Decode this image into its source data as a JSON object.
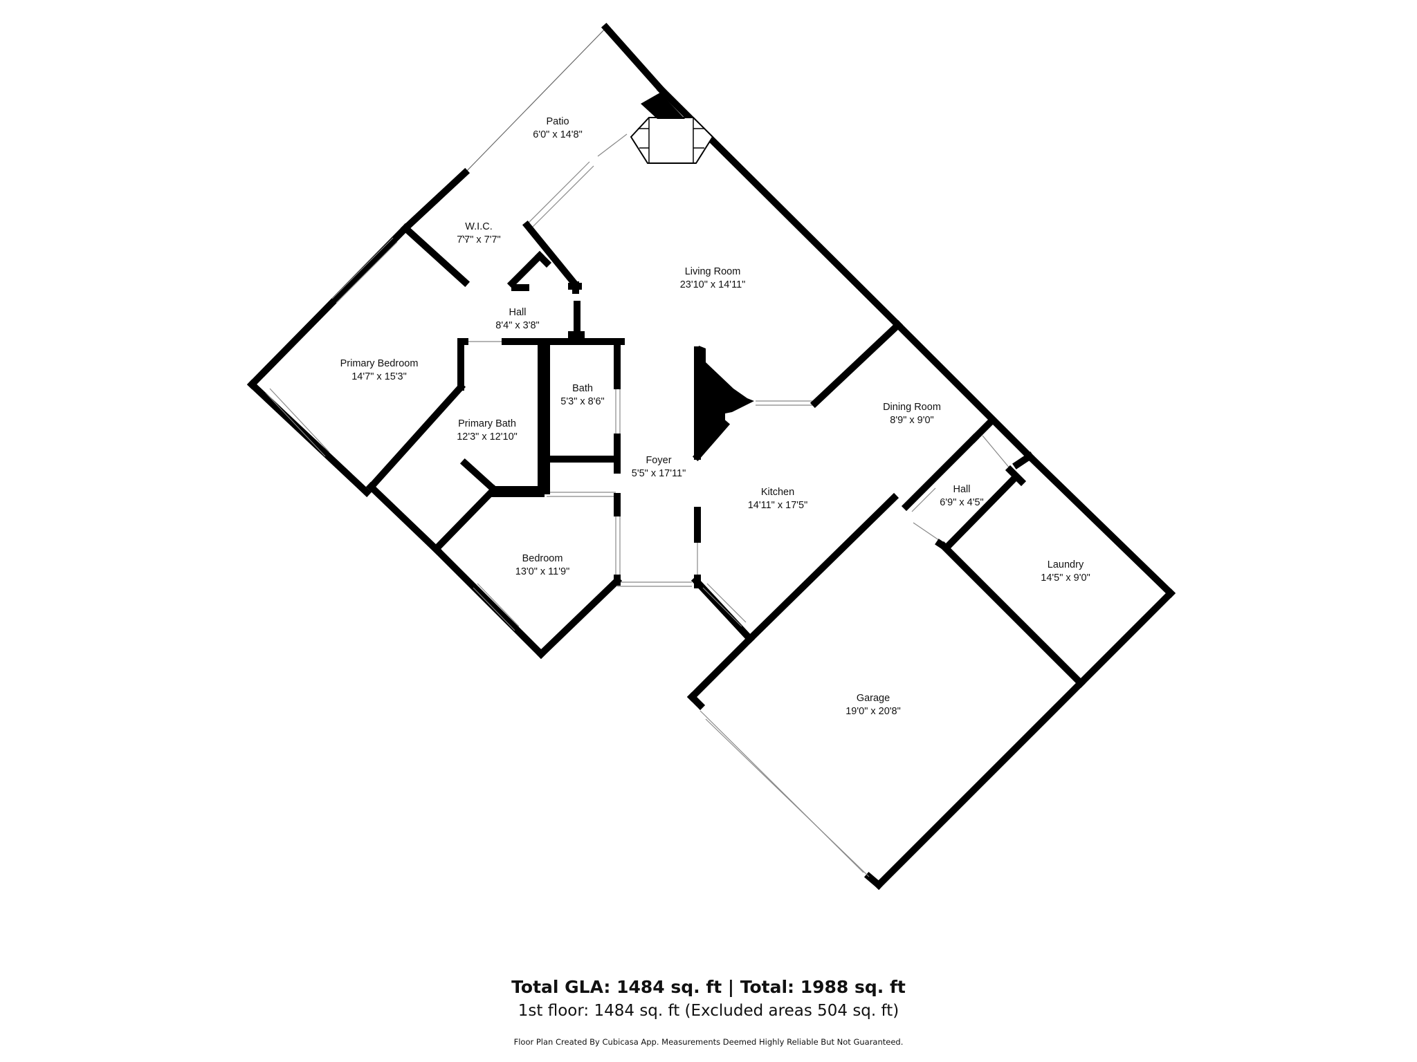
{
  "floor_plan": {
    "rooms": [
      {
        "id": "patio",
        "name": "Patio",
        "size": "6'0\" x 14'8\""
      },
      {
        "id": "wic",
        "name": "W.I.C.",
        "size": "7'7\" x 7'7\""
      },
      {
        "id": "living-room",
        "name": "Living Room",
        "size": "23'10\" x 14'11\""
      },
      {
        "id": "hall-1",
        "name": "Hall",
        "size": "8'4\" x 3'8\""
      },
      {
        "id": "primary-bedroom",
        "name": "Primary Bedroom",
        "size": "14'7\" x 15'3\""
      },
      {
        "id": "bath",
        "name": "Bath",
        "size": "5'3\" x 8'6\""
      },
      {
        "id": "primary-bath",
        "name": "Primary Bath",
        "size": "12'3\" x 12'10\""
      },
      {
        "id": "dining-room",
        "name": "Dining Room",
        "size": "8'9\" x 9'0\""
      },
      {
        "id": "foyer",
        "name": "Foyer",
        "size": "5'5\" x 17'11\""
      },
      {
        "id": "kitchen",
        "name": "Kitchen",
        "size": "14'11\" x 17'5\""
      },
      {
        "id": "hall-2",
        "name": "Hall",
        "size": "6'9\" x 4'5\""
      },
      {
        "id": "bedroom",
        "name": "Bedroom",
        "size": "13'0\" x 11'9\""
      },
      {
        "id": "laundry",
        "name": "Laundry",
        "size": "14'5\" x 9'0\""
      },
      {
        "id": "garage",
        "name": "Garage",
        "size": "19'0\" x 20'8\""
      }
    ]
  },
  "footer": {
    "totals": "Total GLA: 1484 sq. ft | Total: 1988 sq. ft",
    "floor_line": "1st floor: 1484 sq. ft (Excluded areas 504 sq. ft)",
    "disclaimer": "Floor Plan Created By Cubicasa App. Measurements Deemed Highly Reliable But Not Guaranteed."
  }
}
